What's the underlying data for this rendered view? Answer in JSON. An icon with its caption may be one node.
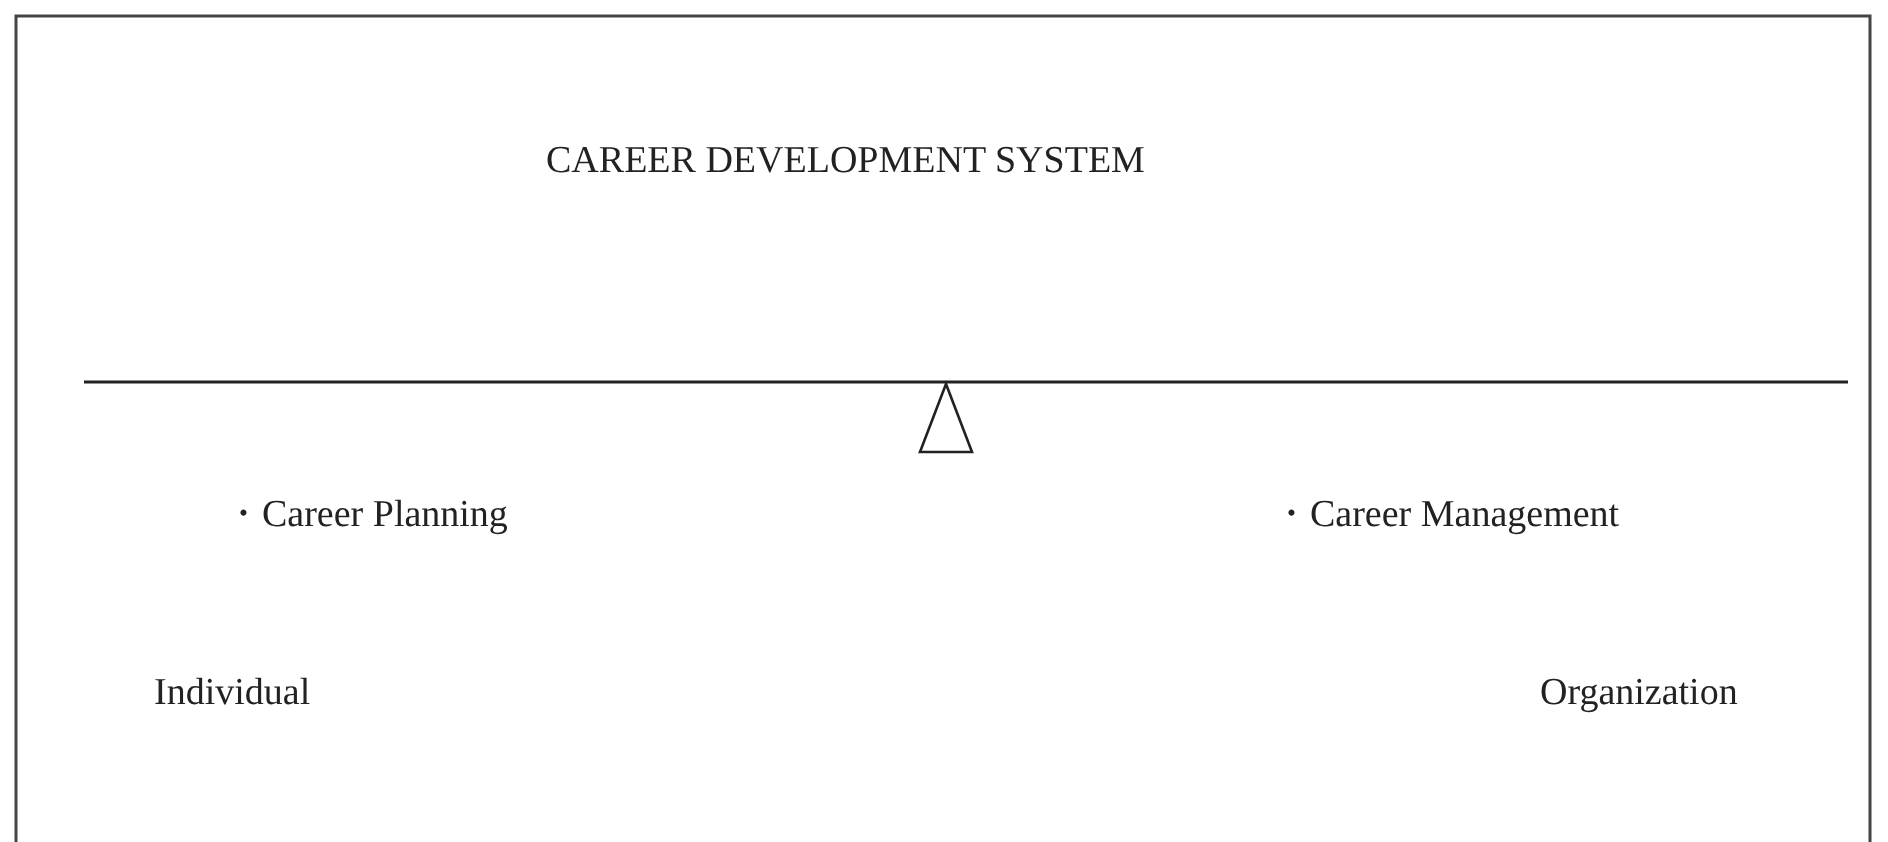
{
  "diagram": {
    "title": "CAREER DEVELOPMENT SYSTEM",
    "labels": [
      "・Career Planning",
      "・Career Management",
      "Individual",
      "Organization"
    ]
  }
}
